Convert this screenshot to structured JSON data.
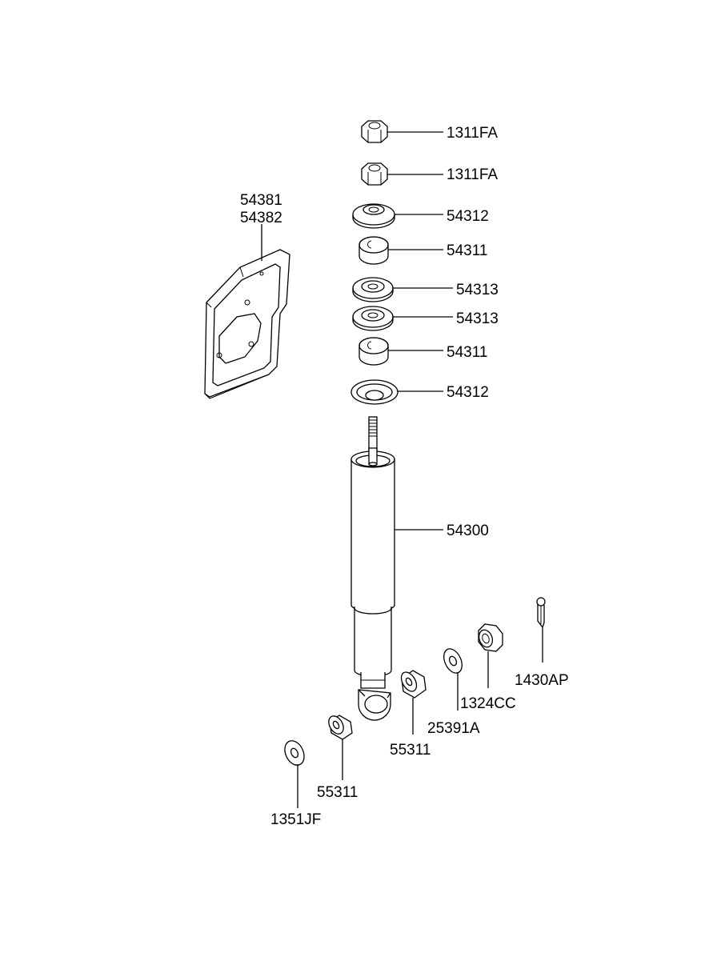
{
  "labels": {
    "nut_top_1": "1311FA",
    "nut_top_2": "1311FA",
    "washer_top": "54312",
    "bushing_upper": "54311",
    "retainer_1": "54313",
    "retainer_2": "54313",
    "bushing_lower": "54311",
    "washer_bottom": "54312",
    "bracket_a": "54381",
    "bracket_b": "54382",
    "shock_absorber": "54300",
    "bushing_left": "55311",
    "bushing_right": "55311",
    "washer_small": "1351JF",
    "washer_flat": "25391A",
    "lock_nut": "1324CC",
    "cotter_pin": "1430AP"
  }
}
